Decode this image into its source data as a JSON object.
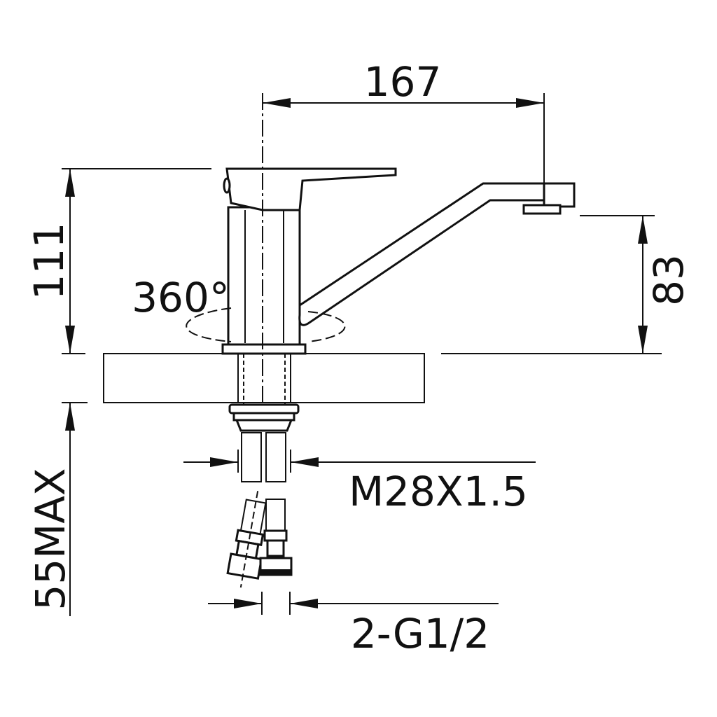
{
  "title": "Faucet dimension drawing",
  "dimensions": {
    "spout_reach": "167",
    "total_height": "111",
    "spout_height": "83",
    "rotation": "360°",
    "max_counter_thickness": "55MAX",
    "mount_thread": "M28X1.5",
    "hose_connection": "2-G1/2"
  },
  "colors": {
    "line": "#111111",
    "background": "#ffffff"
  }
}
